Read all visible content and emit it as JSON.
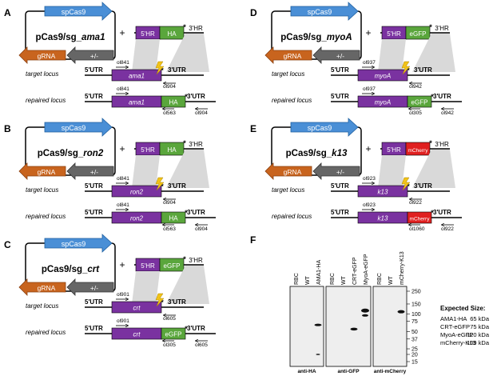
{
  "panels": [
    {
      "id": "A",
      "letter": "A",
      "plasmid": "pCas9/sg_",
      "gene_italic": "ama1",
      "cas9": "spCas9",
      "grna": "gRNA",
      "marker": "+/-",
      "plus": "+",
      "donor": {
        "hr5": "5'HR",
        "tag": "HA",
        "hr3": "3'HR",
        "tag_style": "ha"
      },
      "target": {
        "label": "target locus",
        "utr5": "5'UTR",
        "utr3": "3'UTR",
        "gene": "ama1",
        "fwd": "ol841",
        "rev": "ol904"
      },
      "repaired": {
        "label": "repaired locus",
        "utr5": "5'UTR",
        "utr3": "3'UTR",
        "gene": "ama1",
        "tag": "HA",
        "fwd": "ol841",
        "rev": "ol904",
        "rev2": "ol563"
      }
    },
    {
      "id": "B",
      "letter": "B",
      "plasmid": "pCas9/sg_",
      "gene_italic": "ron2",
      "cas9": "spCas9",
      "grna": "gRNA",
      "marker": "+/-",
      "plus": "+",
      "donor": {
        "hr5": "5'HR",
        "tag": "HA",
        "hr3": "3'HR",
        "tag_style": "ha"
      },
      "target": {
        "label": "target locus",
        "utr5": "5'UTR",
        "utr3": "3'UTR",
        "gene": "ron2",
        "fwd": "ol841",
        "rev": "ol904"
      },
      "repaired": {
        "label": "repaired locus",
        "utr5": "5'UTR",
        "utr3": "3'UTR",
        "gene": "ron2",
        "tag": "HA",
        "fwd": "ol841",
        "rev": "ol904",
        "rev2": "ol563"
      }
    },
    {
      "id": "C",
      "letter": "C",
      "plasmid": "pCas9/sg_",
      "gene_italic": "crt",
      "cas9": "spCas9",
      "grna": "gRNA",
      "marker": "+/-",
      "plus": "+",
      "donor": {
        "hr5": "5'HR",
        "tag": "eGFP",
        "hr3": "3'HR",
        "tag_style": "gfp"
      },
      "target": {
        "label": "target locus",
        "utr5": "5'UTR",
        "utr3": "3'UTR",
        "gene": "crt",
        "fwd": "ol901",
        "rev": "ol605"
      },
      "repaired": {
        "label": "repaired locus",
        "utr5": "5'UTR",
        "utr3": "3'UTR",
        "gene": "crt",
        "tag": "eGFP",
        "fwd": "ol901",
        "rev": "ol605",
        "rev2": "ol305"
      }
    },
    {
      "id": "D",
      "letter": "D",
      "plasmid": "pCas9/sg_",
      "gene_italic": "myoA",
      "cas9": "spCas9",
      "grna": "gRNA",
      "marker": "+/-",
      "plus": "+",
      "donor": {
        "hr5": "5'HR",
        "tag": "eGFP",
        "hr3": "3'HR",
        "tag_style": "gfp"
      },
      "target": {
        "label": "target locus",
        "utr5": "5'UTR",
        "utr3": "3'UTR",
        "gene": "myoA",
        "fwd": "ol937",
        "rev": "ol942"
      },
      "repaired": {
        "label": "repaired locus",
        "utr5": "5'UTR",
        "utr3": "3'UTR",
        "gene": "myoA",
        "tag": "eGFP",
        "fwd": "ol937",
        "rev": "ol942",
        "rev2": "ol305"
      }
    },
    {
      "id": "E",
      "letter": "E",
      "plasmid": "pCas9/sg_",
      "gene_italic": "k13",
      "cas9": "spCas9",
      "grna": "gRNA",
      "marker": "+/-",
      "plus": "+",
      "donor": {
        "hr5": "5'HR",
        "tag": "mCherry",
        "hr3": "3'HR",
        "tag_style": "mch"
      },
      "target": {
        "label": "target locus",
        "utr5": "5'UTR",
        "utr3": "3'UTR",
        "gene": "k13",
        "fwd": "ol923",
        "rev": "ol922"
      },
      "repaired": {
        "label": "repaired locus",
        "utr5": "5'UTR",
        "utr3": "3'UTR",
        "gene": "k13",
        "tag": "mCherry",
        "fwd": "ol923",
        "rev": "ol922",
        "rev2": "ol1060"
      }
    }
  ],
  "blot": {
    "letter": "F",
    "panels": [
      {
        "lanes": [
          "RBC",
          "WT",
          "AMA1-HA"
        ],
        "antibody": "anti-HA"
      },
      {
        "lanes": [
          "RBC",
          "WT",
          "CRT-eGFP",
          "MyoA-eGFP"
        ],
        "antibody": "anti-GFP"
      },
      {
        "lanes": [
          "RBC",
          "WT",
          "mCherry-K13"
        ],
        "antibody": "anti-mCherry"
      }
    ],
    "markers": [
      {
        "label": "250",
        "kda": 250
      },
      {
        "label": "150",
        "kda": 150
      },
      {
        "label": "100",
        "kda": 100
      },
      {
        "label": "75",
        "kda": 75
      },
      {
        "label": "50",
        "kda": 50
      },
      {
        "label": "37",
        "kda": 37
      },
      {
        "label": "25",
        "kda": 25
      },
      {
        "label": "20",
        "kda": 20
      },
      {
        "label": "15",
        "kda": 15
      }
    ],
    "expected_title": "Expected Size:",
    "expected": [
      {
        "name": "AMA1-HA",
        "size": "65 kDa"
      },
      {
        "name": "CRT-eGFP",
        "size": "75 kDa"
      },
      {
        "name": "MyoA-eGFP",
        "size": "120 kDa"
      },
      {
        "name": "mCherry-K13",
        "size": "109 kDa"
      }
    ]
  },
  "colors": {
    "cas9": "#4a8fd6",
    "grna": "#c8641e",
    "marker": "#666666",
    "gene": "#7a32a0",
    "ha": "#5aa63c",
    "gfp": "#5aa63c",
    "mch": "#e02020",
    "hr_shade": "#d9d9d9",
    "cut": "#f2c318",
    "blot_bg": "#eeeeee"
  }
}
